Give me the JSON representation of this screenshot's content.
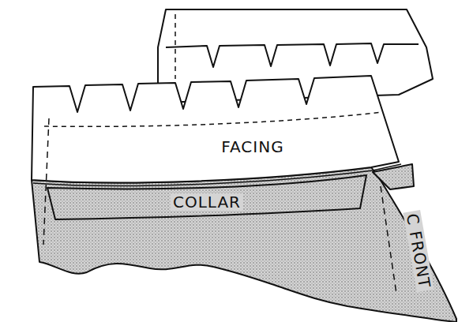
{
  "diagram": {
    "labels": [
      "FACING",
      "COLLAR",
      "C FRONT"
    ]
  }
}
